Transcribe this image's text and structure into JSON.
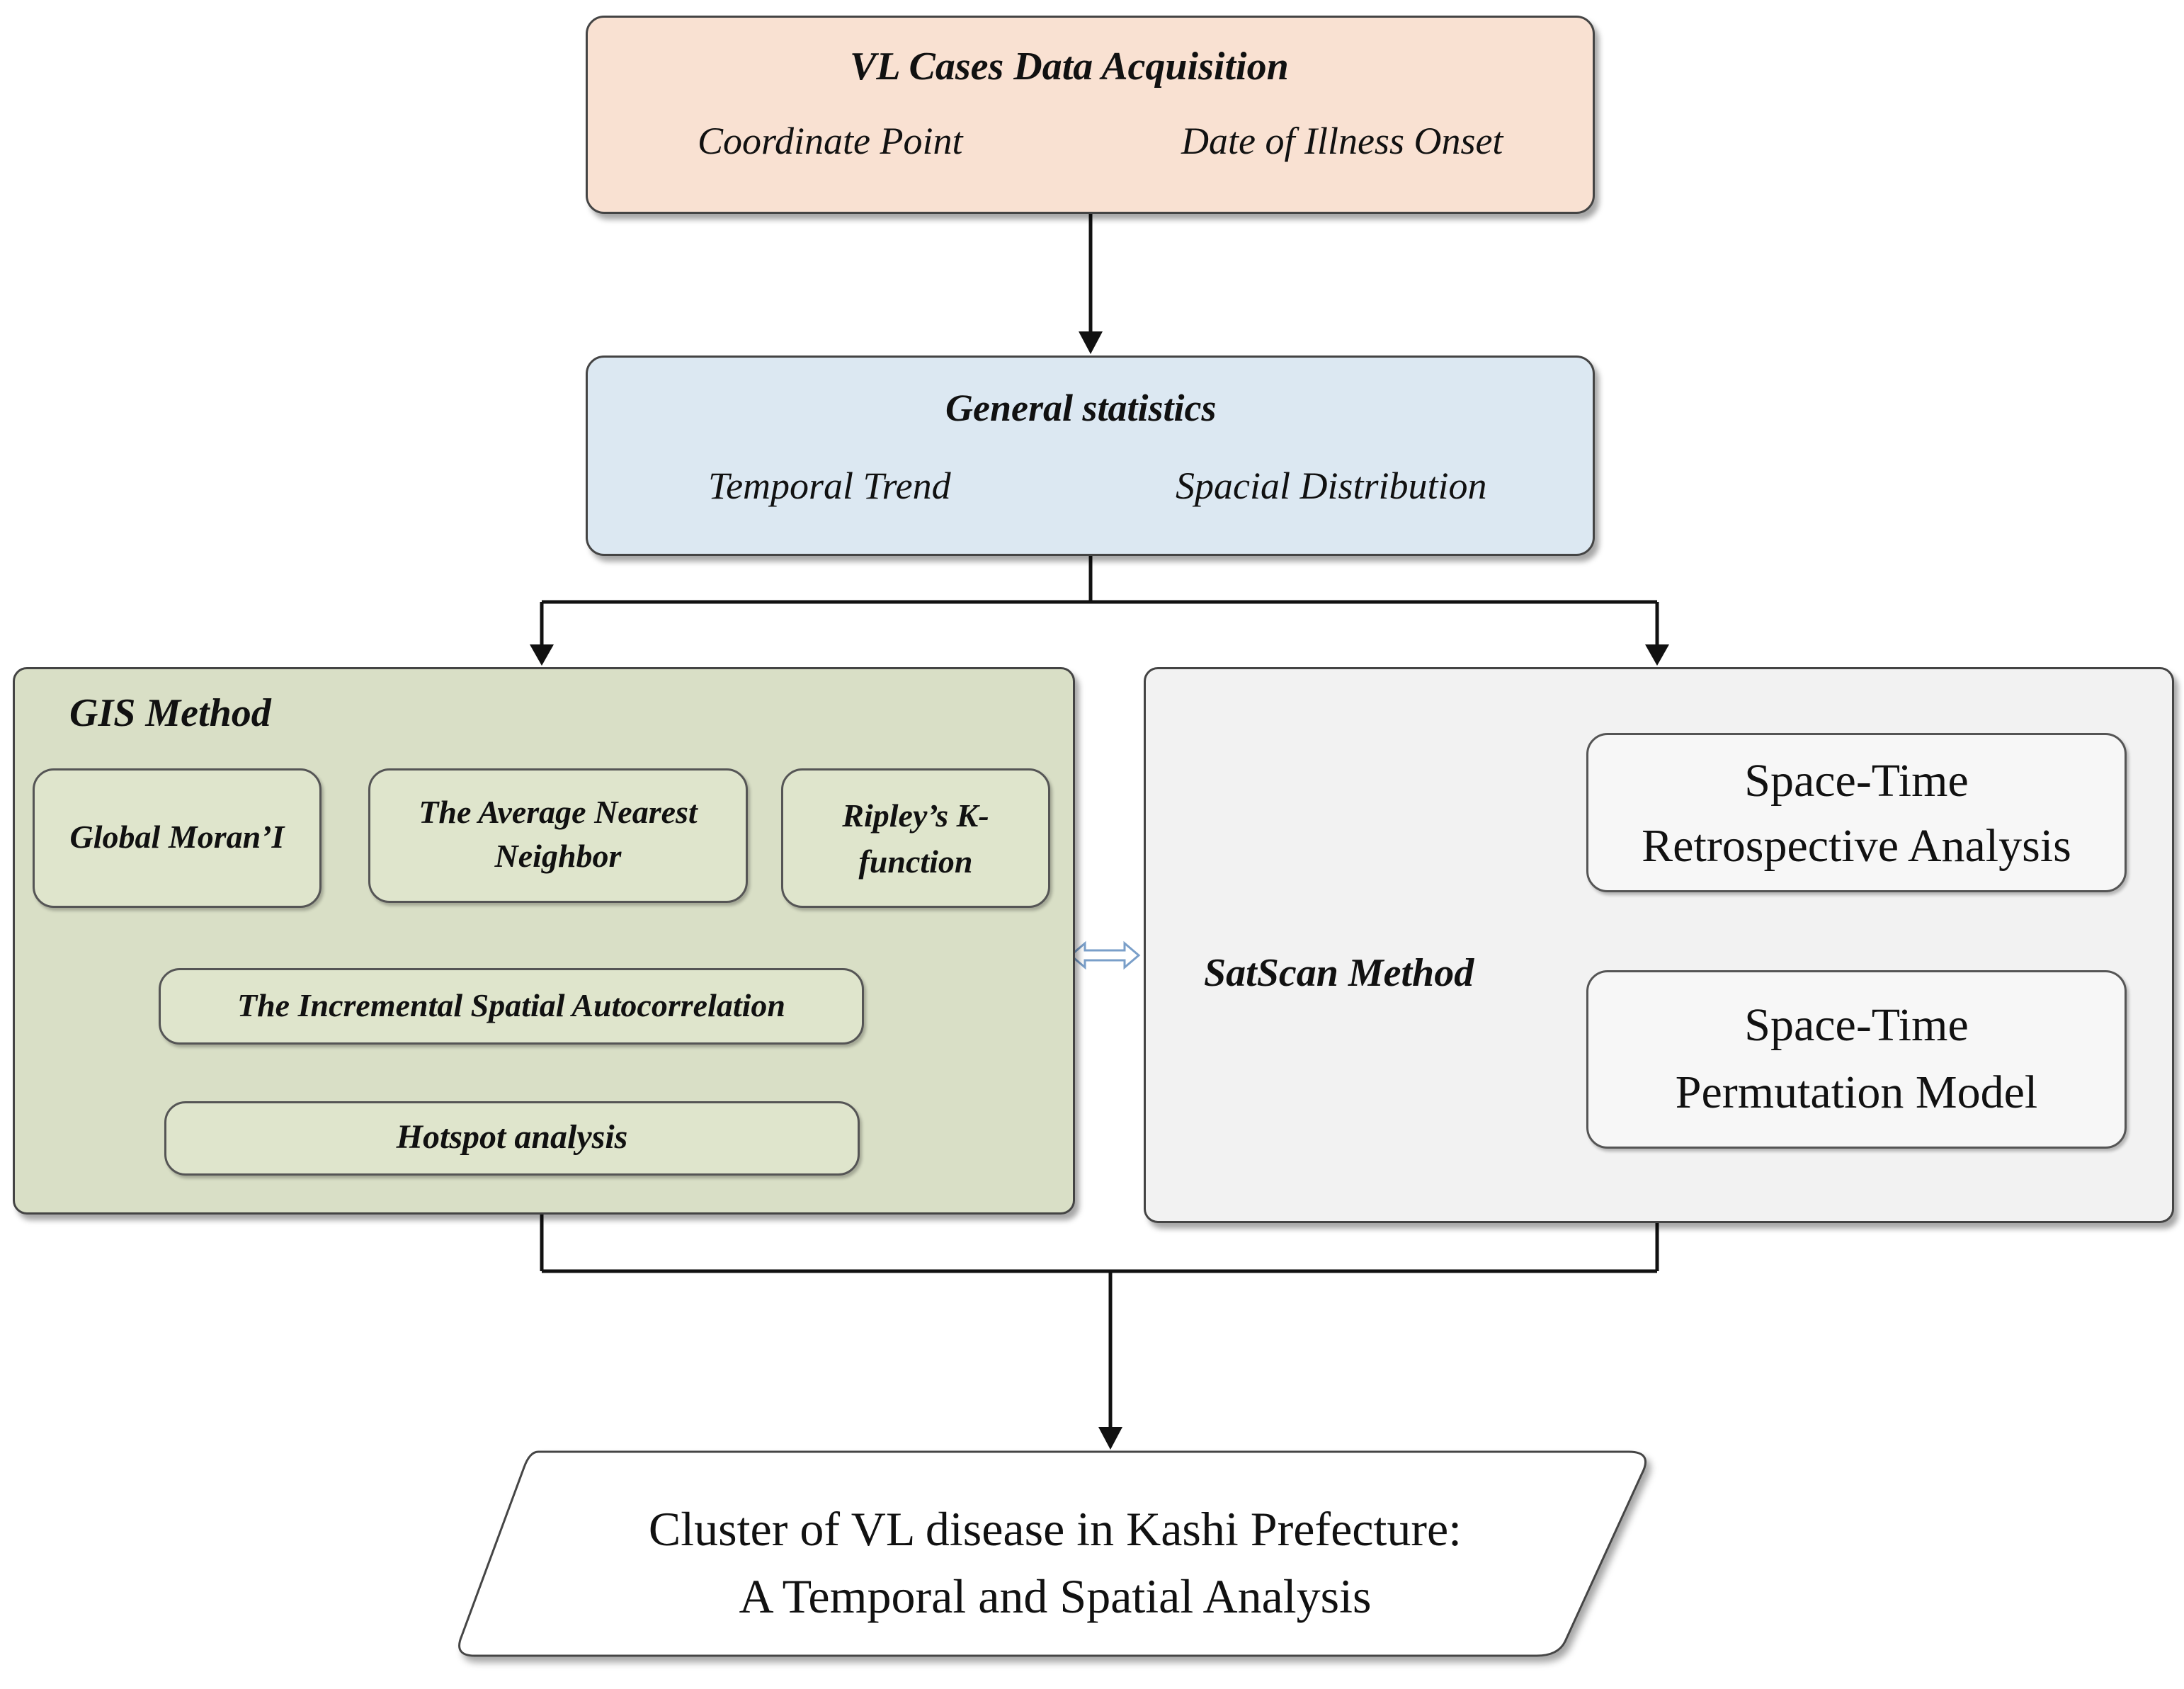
{
  "acquisition": {
    "title": "VL Cases Data Acquisition",
    "item1": "Coordinate Point",
    "item2": "Date of Illness Onset",
    "fill": "#f9e1d2"
  },
  "general": {
    "title": "General statistics",
    "item1": "Temporal Trend",
    "item2": "Spacial Distribution",
    "fill": "#dce8f2"
  },
  "gis": {
    "title": "GIS Method",
    "fill": "#d9dfc6",
    "moran": "Global Moran’I",
    "nearest_line1": "The Average Nearest",
    "nearest_line2": "Neighbor",
    "ripley_line1": "Ripley’s K-",
    "ripley_line2": "function",
    "incremental": "The Incremental Spatial Autocorrelation",
    "hotspot": "Hotspot analysis"
  },
  "satscan": {
    "title": "SatScan Method",
    "fill": "#f2f2f2",
    "retro_line1": "Space-Time",
    "retro_line2": "Retrospective Analysis",
    "perm_line1": "Space-Time",
    "perm_line2": "Permutation Model"
  },
  "result": {
    "line1": "Cluster of VL disease in Kashi Prefecture:",
    "line2": "A Temporal and Spatial Analysis"
  }
}
